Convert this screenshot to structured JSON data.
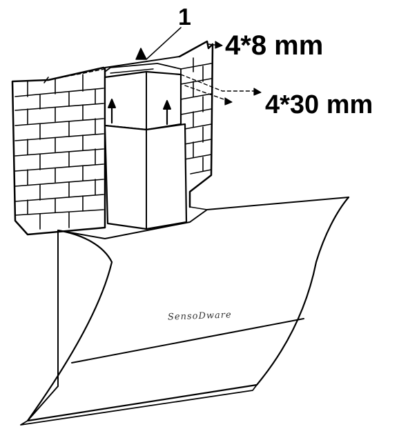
{
  "labels": {
    "callout": "1",
    "screw_small": "4*8 mm",
    "screw_large": "4*30 mm"
  },
  "product": {
    "brand_text": "SensoDware"
  },
  "colors": {
    "ink": "#000000",
    "paper": "#ffffff"
  }
}
